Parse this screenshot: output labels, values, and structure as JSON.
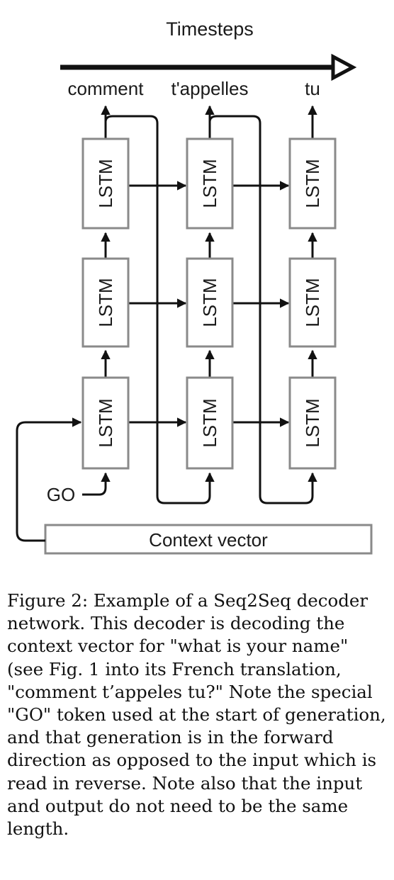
{
  "diagram": {
    "timesteps_label": "Timesteps",
    "outputs": [
      "comment",
      "t'appelles",
      "tu"
    ],
    "cell_label": "LSTM",
    "go_label": "GO",
    "context_label": "Context vector",
    "layers": 3,
    "timesteps": 3
  },
  "caption": {
    "text": "Figure 2: Example of a Seq2Seq decoder network. This decoder is decoding the context vector for \"what is your name\" (see Fig. 1 into its French translation, \"comment t’appeles tu?\" Note the special \"GO\" token used at the start of generation, and that generation is in the forward direction as opposed to the input which is read in reverse. Note also that the input and output do not need to be the same length."
  }
}
